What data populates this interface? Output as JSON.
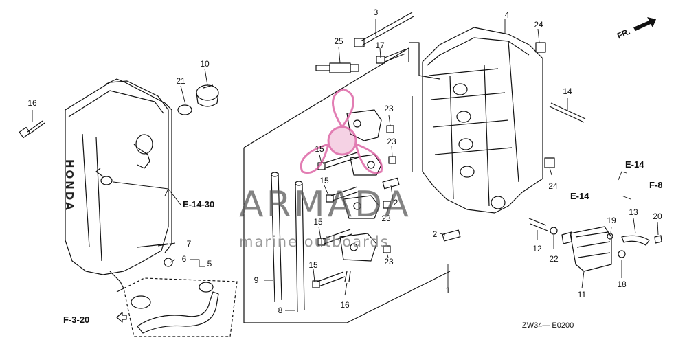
{
  "brand_text": "HONDA",
  "watermark": {
    "main": "ARMADA",
    "sub": "marine outboards"
  },
  "diagram_code": "ZW34— E0200",
  "direction_label": "FR.",
  "ref_labels": {
    "e14_30": "E-14-30",
    "e14_top": "E-14",
    "e14_mid": "E-14",
    "f8": "F-8",
    "f320": "F-3-20"
  },
  "callouts": {
    "n1": "1",
    "n2a": "2",
    "n2b": "2",
    "n3": "3",
    "n4": "4",
    "n5": "5",
    "n6": "6",
    "n7": "7",
    "n8": "8",
    "n9": "9",
    "n10": "10",
    "n11": "11",
    "n12": "12",
    "n13": "13",
    "n14": "14",
    "n15a": "15",
    "n15b": "15",
    "n15c": "15",
    "n15d": "15",
    "n16a": "16",
    "n16b": "16",
    "n17": "17",
    "n18": "18",
    "n19": "19",
    "n20": "20",
    "n21": "21",
    "n22": "22",
    "n23a": "23",
    "n23b": "23",
    "n23c": "23",
    "n23d": "23",
    "n24a": "24",
    "n24b": "24",
    "n25": "25"
  },
  "colors": {
    "line": "#111111",
    "watermark_pink": "#d9529a",
    "watermark_text": "#5a5a5a"
  }
}
